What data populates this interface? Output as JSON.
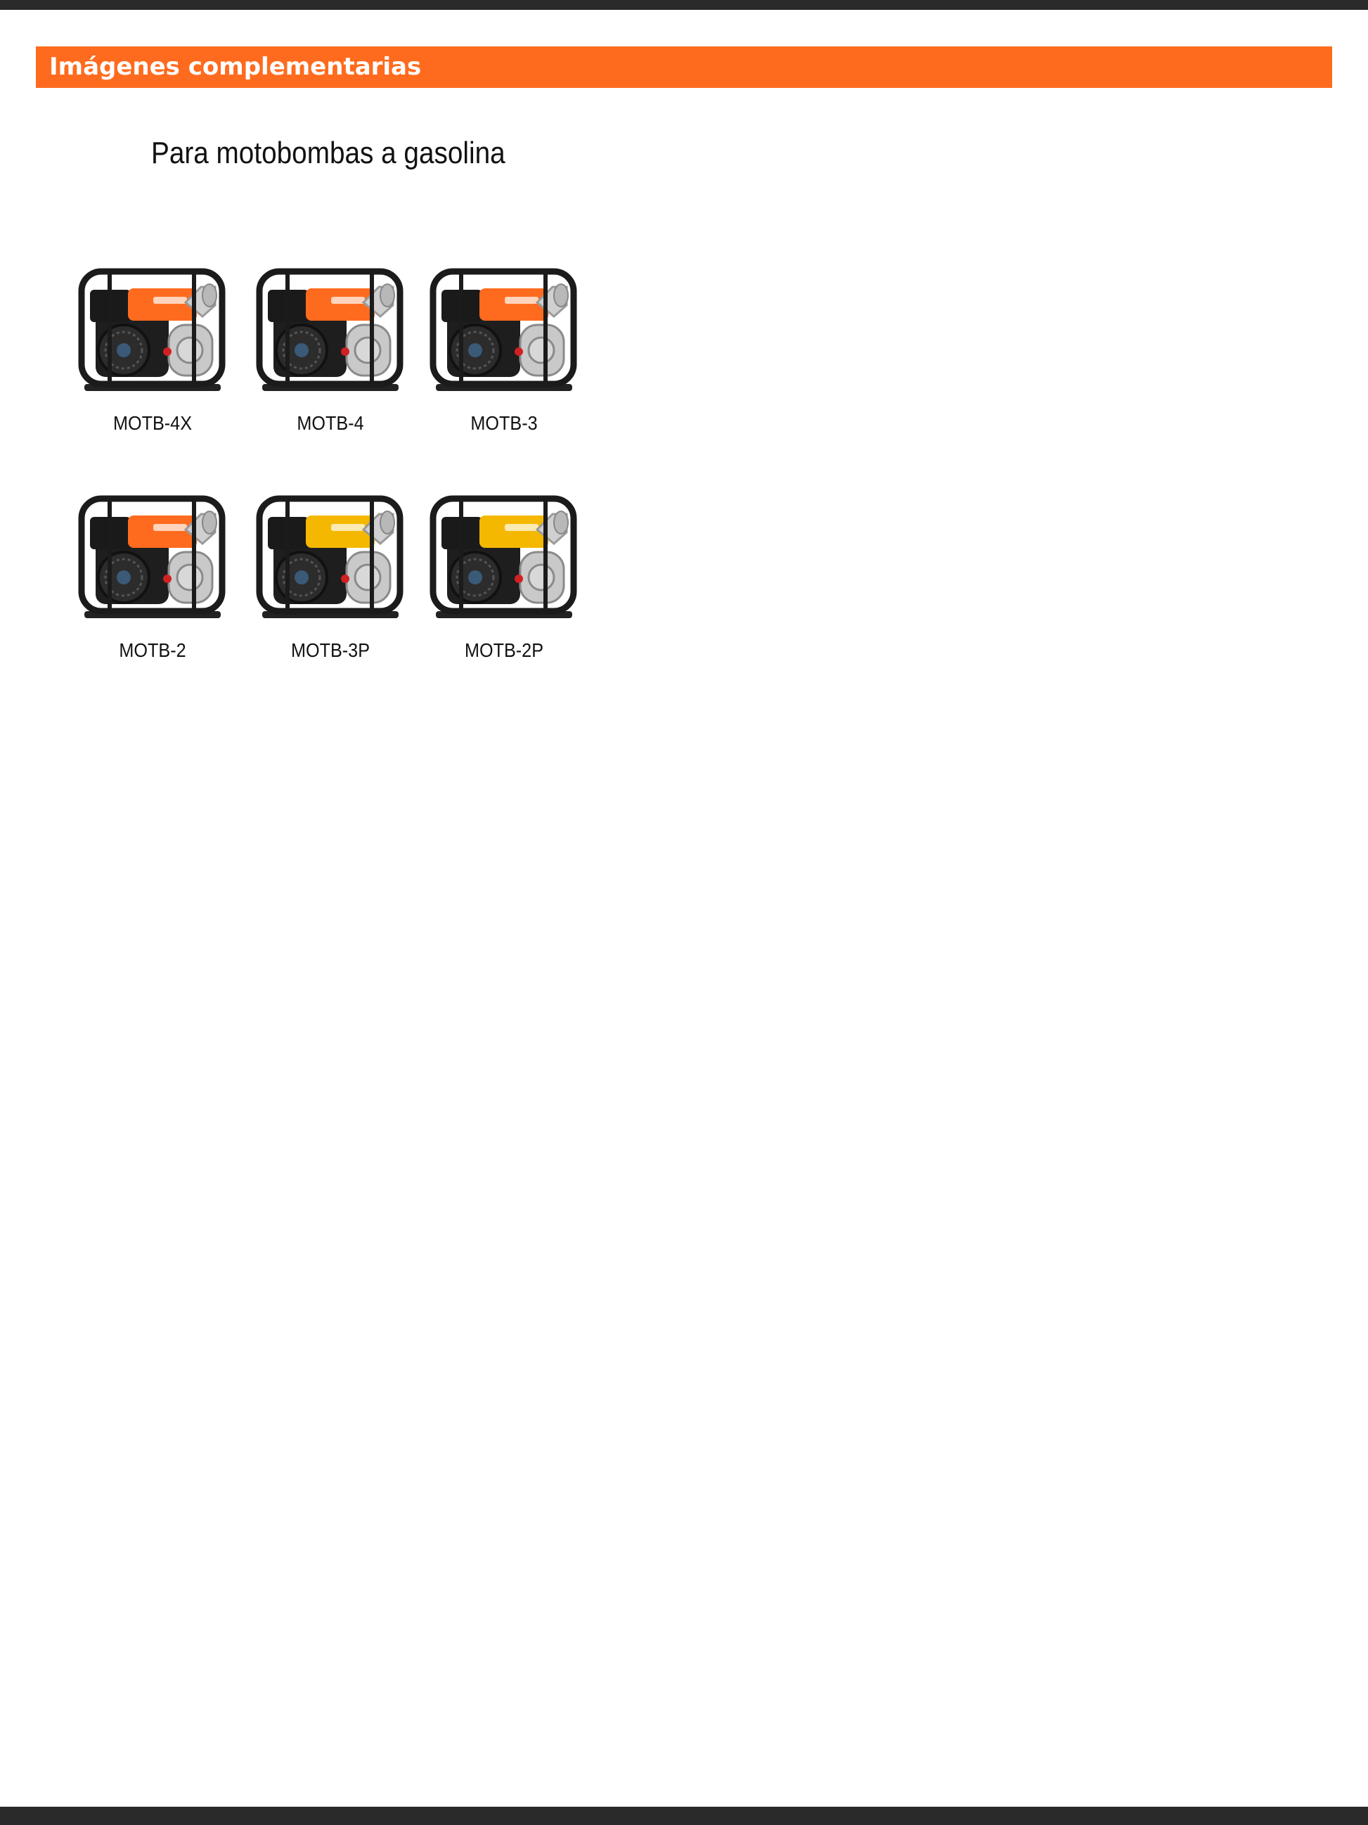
{
  "section": {
    "title": "Imágenes complementarias",
    "accent_color": "#ff6b1e"
  },
  "subtitle": "Para motobombas a gasolina",
  "products": [
    {
      "model": "MOTB-4X",
      "engine_color": "#ff6b1e",
      "image": "water-pump-orange"
    },
    {
      "model": "MOTB-4",
      "engine_color": "#ff6b1e",
      "image": "water-pump-orange"
    },
    {
      "model": "MOTB-3",
      "engine_color": "#ff6b1e",
      "image": "water-pump-orange"
    },
    {
      "model": "MOTB-2",
      "engine_color": "#ff6b1e",
      "image": "water-pump-orange"
    },
    {
      "model": "MOTB-3P",
      "engine_color": "#f5b800",
      "image": "water-pump-yellow"
    },
    {
      "model": "MOTB-2P",
      "engine_color": "#f5b800",
      "image": "water-pump-yellow"
    }
  ]
}
